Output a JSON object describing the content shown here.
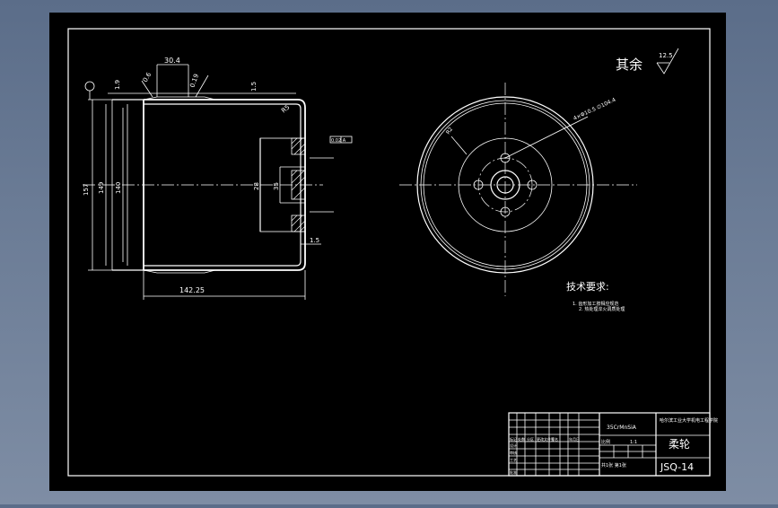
{
  "drawing": {
    "surface_finish_label": "其余",
    "surface_finish_value": "12.5",
    "dims": {
      "top_width": "30.4",
      "left_gap": "1.9",
      "angle_small": "0.6",
      "chamfer_label": "0.19",
      "wall_top": "1.5",
      "wall_right": "1.5",
      "length": "142.25",
      "dia_outer": "157",
      "dia_mid": "149",
      "dia_inner": "140",
      "bore_label": "28",
      "hub_label": "35",
      "gdt_box": "0.02 A",
      "radius_label": "R5",
      "pcd_label": "4×Φ10.5 ∅104.4",
      "fillet_label": "R2"
    },
    "notes_title": "技术要求:",
    "notes": [
      "1. 齿形加工按相应规范",
      "2. 热处理淬火调质处理"
    ]
  },
  "title_block": {
    "material": "35CrMnSiA",
    "company": "哈尔滨工业大学机电工程学院",
    "part_name": "柔轮",
    "drawing_no": "JSQ-14",
    "scale_label": "比例",
    "scale": "1:1",
    "sheet_label": "共1张 第1张",
    "rev_rows": [
      "标记",
      "处数",
      "分区",
      "更改文件号",
      "签名",
      "年月日"
    ],
    "design_label": "设计",
    "check_label": "审核",
    "craft_label": "工艺",
    "approve_label": "批准"
  }
}
